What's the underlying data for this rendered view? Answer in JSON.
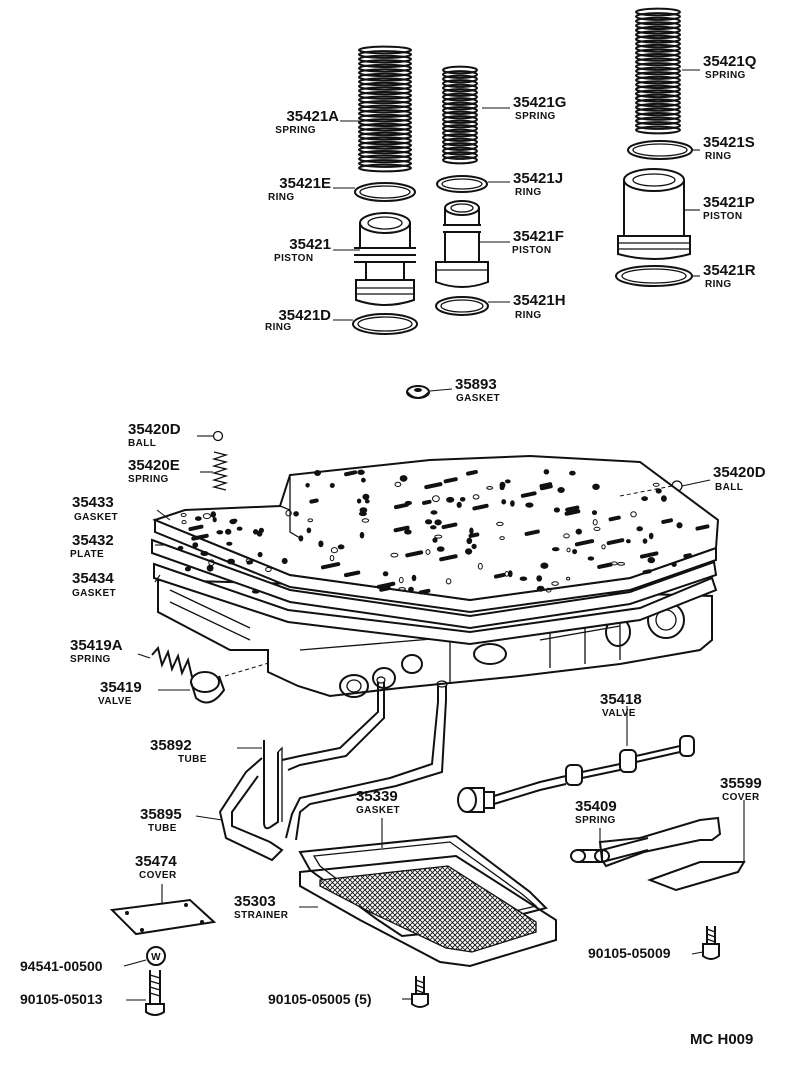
{
  "parts": [
    {
      "id": "p35421A",
      "number": "35421A",
      "name": "SPRING"
    },
    {
      "id": "p35421G",
      "number": "35421G",
      "name": "SPRING"
    },
    {
      "id": "p35421Q",
      "number": "35421Q",
      "name": "SPRING"
    },
    {
      "id": "p35421S",
      "number": "35421S",
      "name": "RING"
    },
    {
      "id": "p35421E",
      "number": "35421E",
      "name": "RING"
    },
    {
      "id": "p35421J",
      "number": "35421J",
      "name": "RING"
    },
    {
      "id": "p35421P",
      "number": "35421P",
      "name": "PISTON"
    },
    {
      "id": "p35421",
      "number": "35421",
      "name": "PISTON"
    },
    {
      "id": "p35421F",
      "number": "35421F",
      "name": "PISTON"
    },
    {
      "id": "p35421R",
      "number": "35421R",
      "name": "RING"
    },
    {
      "id": "p35421D",
      "number": "35421D",
      "name": "RING"
    },
    {
      "id": "p35421H",
      "number": "35421H",
      "name": "RING"
    },
    {
      "id": "p35893",
      "number": "35893",
      "name": "GASKET"
    },
    {
      "id": "p35420D_a",
      "number": "35420D",
      "name": "BALL"
    },
    {
      "id": "p35420E",
      "number": "35420E",
      "name": "SPRING"
    },
    {
      "id": "p35420D_b",
      "number": "35420D",
      "name": "BALL"
    },
    {
      "id": "p35433",
      "number": "35433",
      "name": "GASKET"
    },
    {
      "id": "p35432",
      "number": "35432",
      "name": "PLATE"
    },
    {
      "id": "p35434",
      "number": "35434",
      "name": "GASKET"
    },
    {
      "id": "p35419A",
      "number": "35419A",
      "name": "SPRING"
    },
    {
      "id": "p35419",
      "number": "35419",
      "name": "VALVE"
    },
    {
      "id": "p35418",
      "number": "35418",
      "name": "VALVE"
    },
    {
      "id": "p35892",
      "number": "35892",
      "name": "TUBE"
    },
    {
      "id": "p35895",
      "number": "35895",
      "name": "TUBE"
    },
    {
      "id": "p35339",
      "number": "35339",
      "name": "GASKET"
    },
    {
      "id": "p35599",
      "number": "35599",
      "name": "COVER"
    },
    {
      "id": "p35409",
      "number": "35409",
      "name": "SPRING"
    },
    {
      "id": "p35474",
      "number": "35474",
      "name": "COVER"
    },
    {
      "id": "p35303",
      "number": "35303",
      "name": "STRAINER"
    }
  ],
  "fasteners": [
    {
      "id": "f94541",
      "number": "94541-00500"
    },
    {
      "id": "f90105a",
      "number": "90105-05009"
    },
    {
      "id": "f90105b",
      "number": "90105-05013"
    },
    {
      "id": "f90105c",
      "number": "90105-05005 (5)"
    }
  ],
  "washer_symbol": "W",
  "diagram_code": "MC  H009"
}
